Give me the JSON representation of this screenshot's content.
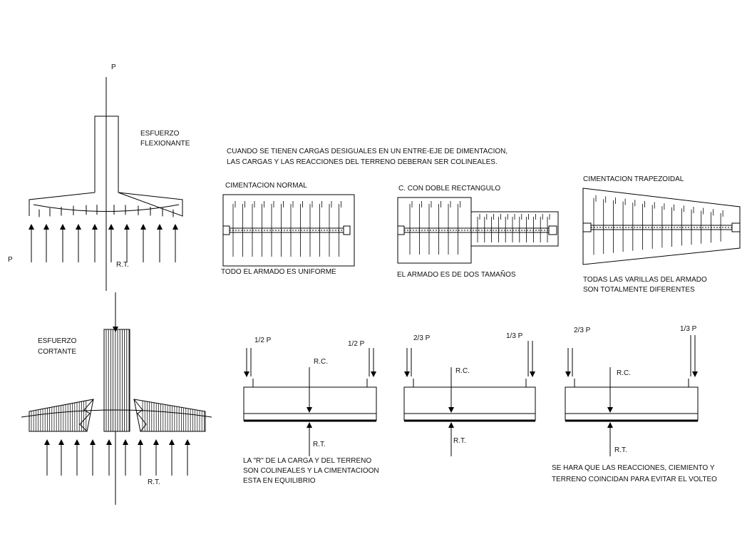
{
  "flexion": {
    "p_top": "P",
    "p_left": "P",
    "title_line1": "ESFUERZO",
    "title_line2": "FLEXIONANTE",
    "rt": "R.T."
  },
  "shear": {
    "title_line1": "ESFUERZO",
    "title_line2": "CORTANTE",
    "rt": "R.T."
  },
  "note": {
    "line1": "CUANDO SE TIENEN CARGAS DESIGUALES EN UN ENTRE-EJE DE DIMENTACION,",
    "line2": "LAS CARGAS Y LAS REACCIONES DEL TERRENO DEBERAN SER COLINEALES."
  },
  "normal": {
    "title": "CIMENTACION NORMAL",
    "caption": "TODO EL ARMADO ES UNIFORME",
    "load_left": "1/2 P",
    "load_right": "1/2 P",
    "rc": "R.C.",
    "rt": "R.T.",
    "note_line1": "LA \"R\" DE LA CARGA Y DEL TERRENO",
    "note_line2": "SON COLINEALES Y LA CIMENTACIOON",
    "note_line3": "ESTA EN EQUILIBRIO"
  },
  "double": {
    "title": "C. CON DOBLE RECTANGULO",
    "caption": "EL ARMADO ES DE DOS TAMAÑOS",
    "load_left": "2/3 P",
    "load_right": "1/3 P",
    "rc": "R.C.",
    "rt": "R.T."
  },
  "trap": {
    "title": "CIMENTACION TRAPEZOIDAL",
    "caption_line1": "TODAS LAS VARILLAS DEL ARMADO",
    "caption_line2": "SON TOTALMENTE DIFERENTES",
    "load_left": "2/3 P",
    "load_right": "1/3 P",
    "rc": "R.C.",
    "rt": "R.T.",
    "note_line1": "SE HARA QUE LAS REACCIONES, CIEMIENTO Y",
    "note_line2": "TERRENO COINCIDAN PARA EVITAR EL VOLTEO"
  }
}
